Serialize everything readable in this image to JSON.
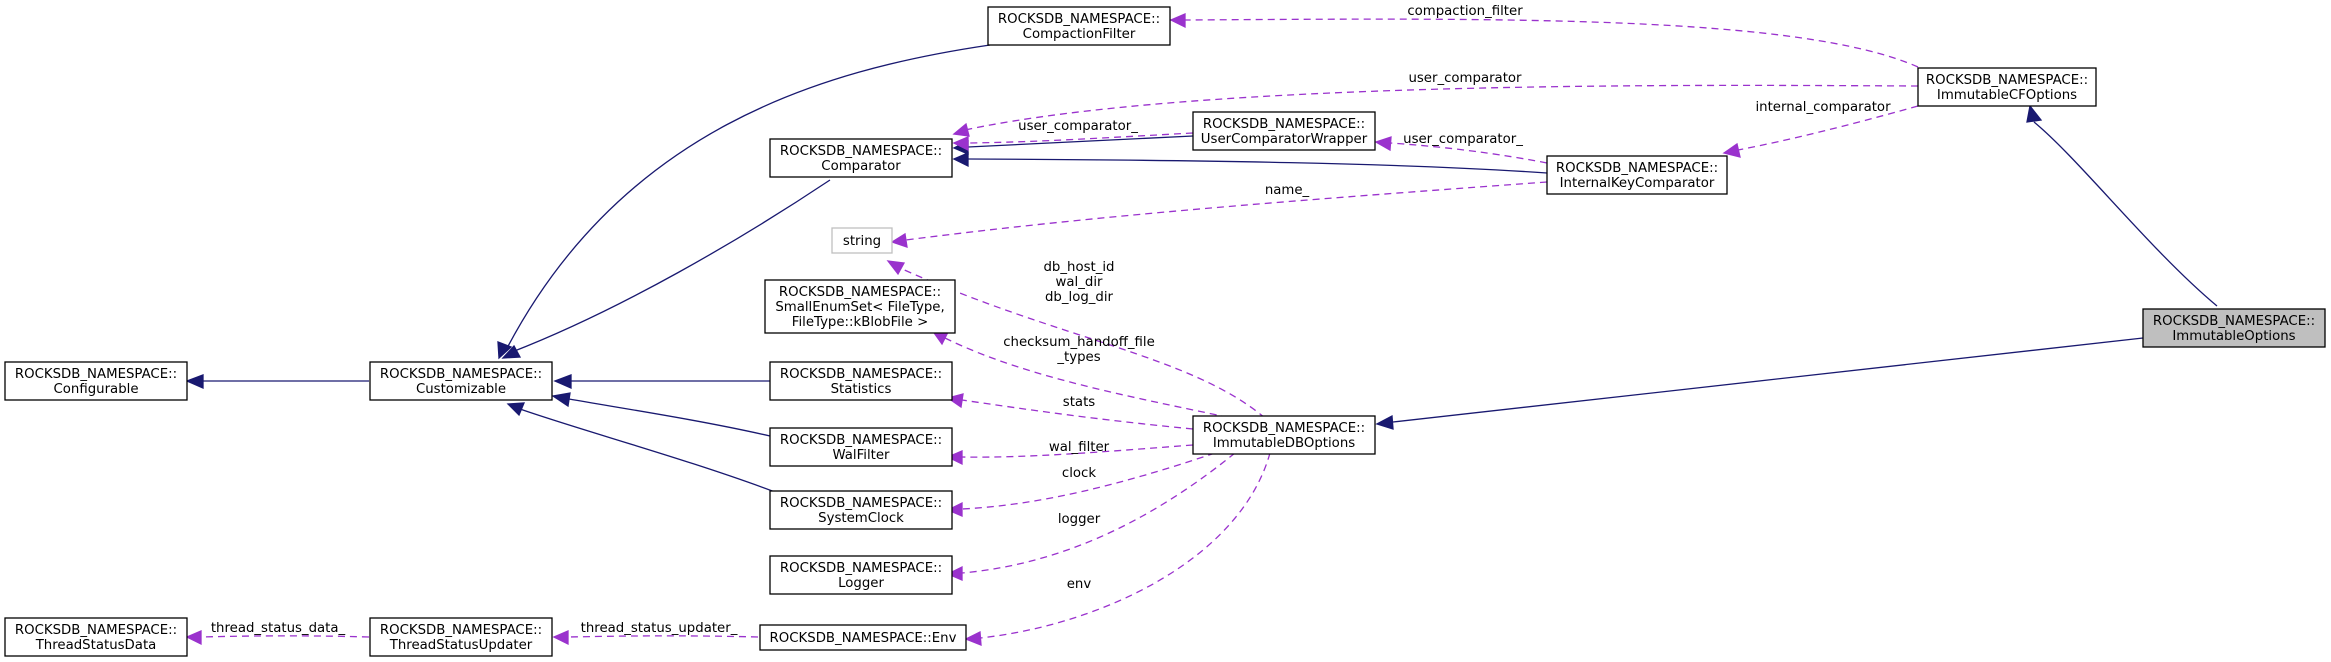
{
  "colors": {
    "inheritance_edge": "#191970",
    "member_edge": "#9a32cd",
    "focus_node_fill": "#bfbfbf",
    "undocumented_node_border": "#bfbfbf"
  },
  "nodes": {
    "immutable_options": [
      "ROCKSDB_NAMESPACE::",
      "ImmutableOptions"
    ],
    "immutable_cf_options": [
      "ROCKSDB_NAMESPACE::",
      "ImmutableCFOptions"
    ],
    "compaction_filter": [
      "ROCKSDB_NAMESPACE::",
      "CompactionFilter"
    ],
    "comparator": [
      "ROCKSDB_NAMESPACE::",
      "Comparator"
    ],
    "user_comparator_wrapper": [
      "ROCKSDB_NAMESPACE::",
      "UserComparatorWrapper"
    ],
    "internal_key_comparator": [
      "ROCKSDB_NAMESPACE::",
      "InternalKeyComparator"
    ],
    "string": [
      "string"
    ],
    "small_enum_set": [
      "ROCKSDB_NAMESPACE::",
      "SmallEnumSet< FileType,",
      "FileType::kBlobFile >"
    ],
    "configurable": [
      "ROCKSDB_NAMESPACE::",
      "Configurable"
    ],
    "customizable": [
      "ROCKSDB_NAMESPACE::",
      "Customizable"
    ],
    "statistics": [
      "ROCKSDB_NAMESPACE::",
      "Statistics"
    ],
    "immutable_db_options": [
      "ROCKSDB_NAMESPACE::",
      "ImmutableDBOptions"
    ],
    "wal_filter": [
      "ROCKSDB_NAMESPACE::",
      "WalFilter"
    ],
    "system_clock": [
      "ROCKSDB_NAMESPACE::",
      "SystemClock"
    ],
    "logger": [
      "ROCKSDB_NAMESPACE::",
      "Logger"
    ],
    "thread_status_data": [
      "ROCKSDB_NAMESPACE::",
      "ThreadStatusData"
    ],
    "thread_status_updater": [
      "ROCKSDB_NAMESPACE::",
      "ThreadStatusUpdater"
    ],
    "env": [
      "ROCKSDB_NAMESPACE::Env"
    ]
  },
  "edge_labels": {
    "compaction_filter": [
      "compaction_filter"
    ],
    "user_comparator_cf": [
      "user_comparator"
    ],
    "user_comparator_wrapper": [
      "user_comparator_"
    ],
    "user_comparator_ikc": [
      "user_comparator_"
    ],
    "internal_comparator": [
      "internal_comparator"
    ],
    "name": [
      "name_"
    ],
    "string_members": [
      "db_host_id",
      "wal_dir",
      "db_log_dir"
    ],
    "checksum": [
      "checksum_handoff_file",
      "_types"
    ],
    "stats": [
      "stats"
    ],
    "wal_filter": [
      "wal_filter"
    ],
    "clock": [
      "clock"
    ],
    "logger": [
      "logger"
    ],
    "env": [
      "env"
    ],
    "thread_status_updater": [
      "thread_status_updater_"
    ],
    "thread_status_data": [
      "thread_status_data_"
    ]
  }
}
